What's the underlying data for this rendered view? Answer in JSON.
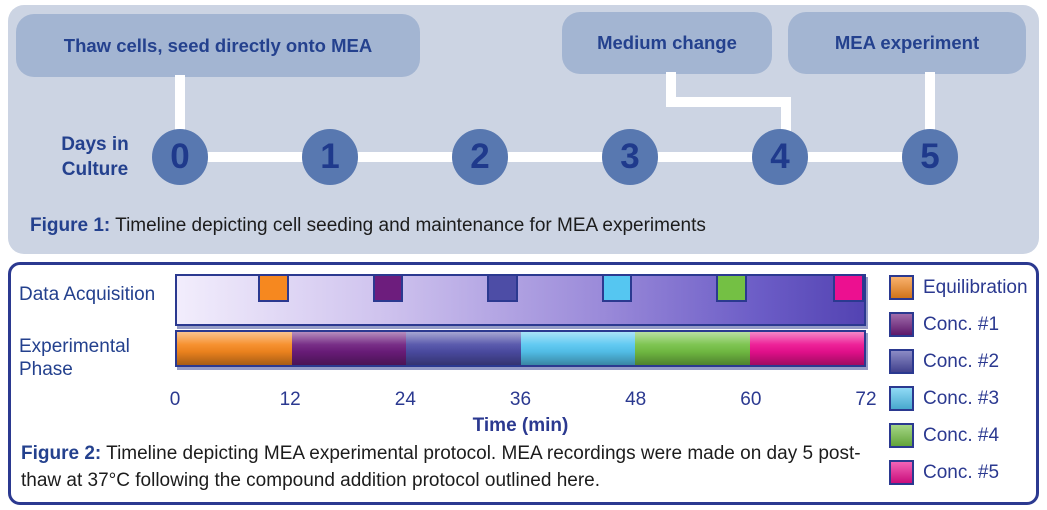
{
  "figure1": {
    "callouts": {
      "thaw": "Thaw cells, seed directly onto MEA",
      "medium_change": "Medium change",
      "mea_experiment": "MEA experiment"
    },
    "days_label_line1": "Days in",
    "days_label_line2": "Culture",
    "days": [
      "0",
      "1",
      "2",
      "3",
      "4",
      "5"
    ],
    "caption": {
      "bold": "Figure 1:",
      "text": " Timeline depicting cell seeding and maintenance for MEA experiments"
    },
    "colors": {
      "panel_background": "#ccd4e3",
      "callout_background": "#a3b5d2",
      "circle_fill": "#5878b0",
      "text_navy": "#24418e",
      "connector": "#ffffff"
    }
  },
  "figure2": {
    "caption": {
      "bold": "Figure 2:",
      "text": " Timeline depicting MEA experimental protocol. MEA recordings were made on day 5 post-thaw at 37°C following the compound addition protocol outlined here."
    },
    "chart_data": {
      "type": "bar",
      "subtype": "horizontal-timeline",
      "xlabel": "Time (min)",
      "xlim": [
        0,
        72
      ],
      "x_ticks": [
        0,
        12,
        24,
        36,
        48,
        60,
        72
      ],
      "grid": false,
      "legend_position": "right",
      "rows": [
        {
          "label": "Data Acquisition",
          "style": "gradient-bar-with-recording-windows",
          "segments": [
            {
              "name": "Equilibration",
              "start": 8.5,
              "end": 11.7
            },
            {
              "name": "Conc. #1",
              "start": 20.5,
              "end": 23.7
            },
            {
              "name": "Conc. #2",
              "start": 32.5,
              "end": 35.7
            },
            {
              "name": "Conc. #3",
              "start": 44.5,
              "end": 47.7
            },
            {
              "name": "Conc. #4",
              "start": 56.5,
              "end": 59.7
            },
            {
              "name": "Conc. #5",
              "start": 68.8,
              "end": 72
            }
          ]
        },
        {
          "label": "Experimental Phase",
          "style": "stacked-phases",
          "segments": [
            {
              "name": "Equilibration",
              "start": 0,
              "end": 12
            },
            {
              "name": "Conc. #1",
              "start": 12,
              "end": 24
            },
            {
              "name": "Conc. #2",
              "start": 24,
              "end": 36
            },
            {
              "name": "Conc. #3",
              "start": 36,
              "end": 48
            },
            {
              "name": "Conc. #4",
              "start": 48,
              "end": 60
            },
            {
              "name": "Conc. #5",
              "start": 60,
              "end": 72
            }
          ]
        }
      ],
      "legend": [
        {
          "label": "Equilibration",
          "color": "#f6881f"
        },
        {
          "label": "Conc. #1",
          "color": "#6d1d7d"
        },
        {
          "label": "Conc. #2",
          "color": "#4d4da6"
        },
        {
          "label": "Conc. #3",
          "color": "#55c6f1"
        },
        {
          "label": "Conc. #4",
          "color": "#74c044"
        },
        {
          "label": "Conc. #5",
          "color": "#ec1090"
        }
      ]
    },
    "colors": {
      "panel_border": "#2b3990",
      "text_navy": "#24418e",
      "acquisition_gradient_start": "#f2edfc",
      "acquisition_gradient_end": "#5343b2"
    }
  }
}
